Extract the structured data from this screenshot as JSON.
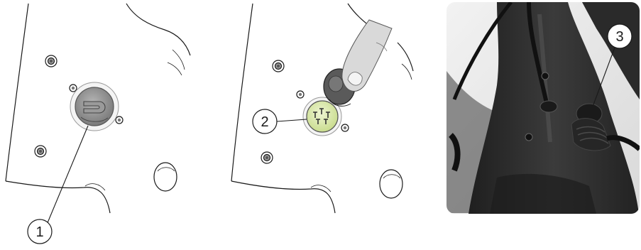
{
  "figure": {
    "panels": [
      {
        "id": "panel-1",
        "kind": "line-drawing",
        "description_key": "cover-closed"
      },
      {
        "id": "panel-2",
        "kind": "line-drawing",
        "description_key": "cover-open"
      },
      {
        "id": "panel-3",
        "kind": "photo",
        "description_key": "charger-plugged"
      }
    ],
    "callouts": [
      {
        "number": "1"
      },
      {
        "number": "2"
      },
      {
        "number": "3"
      }
    ],
    "colors": {
      "line": "#1a1a1a",
      "cover": "#8a8a8a",
      "socket": "#d7e6a8",
      "frame_dark": "#2b2b2b",
      "photo_bg": "#e6e6e6"
    }
  }
}
